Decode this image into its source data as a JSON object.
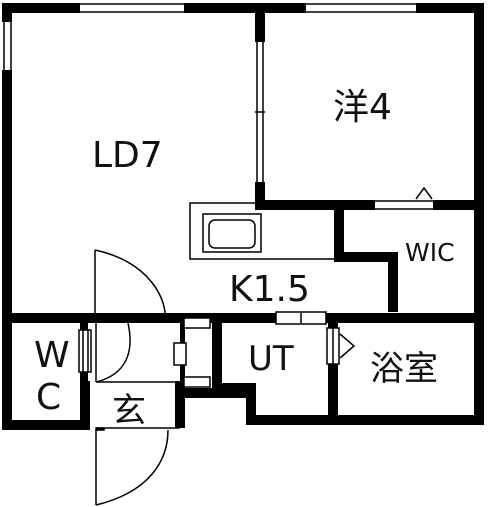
{
  "rooms": {
    "ld": {
      "label": "LD7"
    },
    "western": {
      "label": "洋4"
    },
    "wic": {
      "label": "WIC"
    },
    "kitchen": {
      "label": "K1.5"
    },
    "ut": {
      "label": "UT"
    },
    "bath": {
      "label": "浴室"
    },
    "wc": {
      "label_w": "W",
      "label_c": "C"
    },
    "entry": {
      "label": "玄"
    }
  },
  "colors": {
    "wall": "#000000",
    "line": "#000000",
    "background": "#ffffff"
  }
}
